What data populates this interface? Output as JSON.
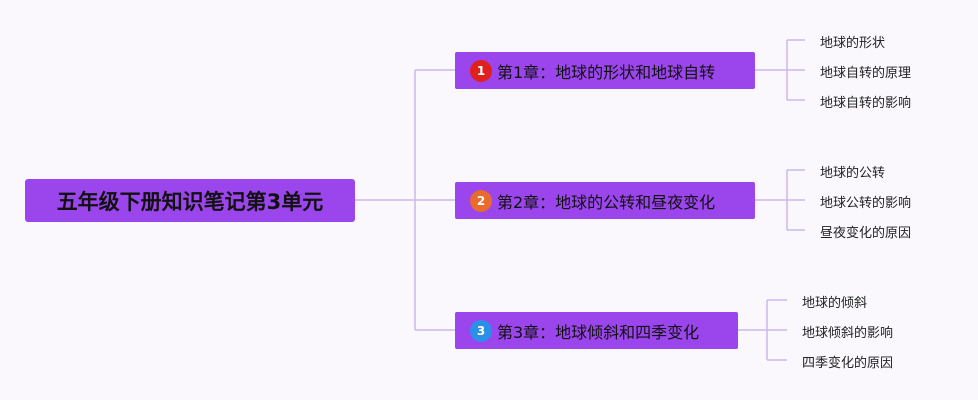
{
  "root": {
    "label": "五年级下册知识笔记第3单元"
  },
  "chapters": [
    {
      "badge": "1",
      "badge_color": "#e0201c",
      "label": "第1章：地球的形状和地球自转",
      "topics": [
        "地球的形状",
        "地球自转的原理",
        "地球自转的影响"
      ]
    },
    {
      "badge": "2",
      "badge_color": "#e86a2c",
      "label": "第2章：地球的公转和昼夜变化",
      "topics": [
        "地球的公转",
        "地球公转的影响",
        "昼夜变化的原因"
      ]
    },
    {
      "badge": "3",
      "badge_color": "#2a8fe6",
      "label": "第3章：地球倾斜和四季变化",
      "topics": [
        "地球的倾斜",
        "地球倾斜的影响",
        "四季变化的原因"
      ]
    }
  ],
  "colors": {
    "node_fill": "#9b45ec",
    "connector": "#cdb8ec",
    "background": "#faf8fd"
  }
}
